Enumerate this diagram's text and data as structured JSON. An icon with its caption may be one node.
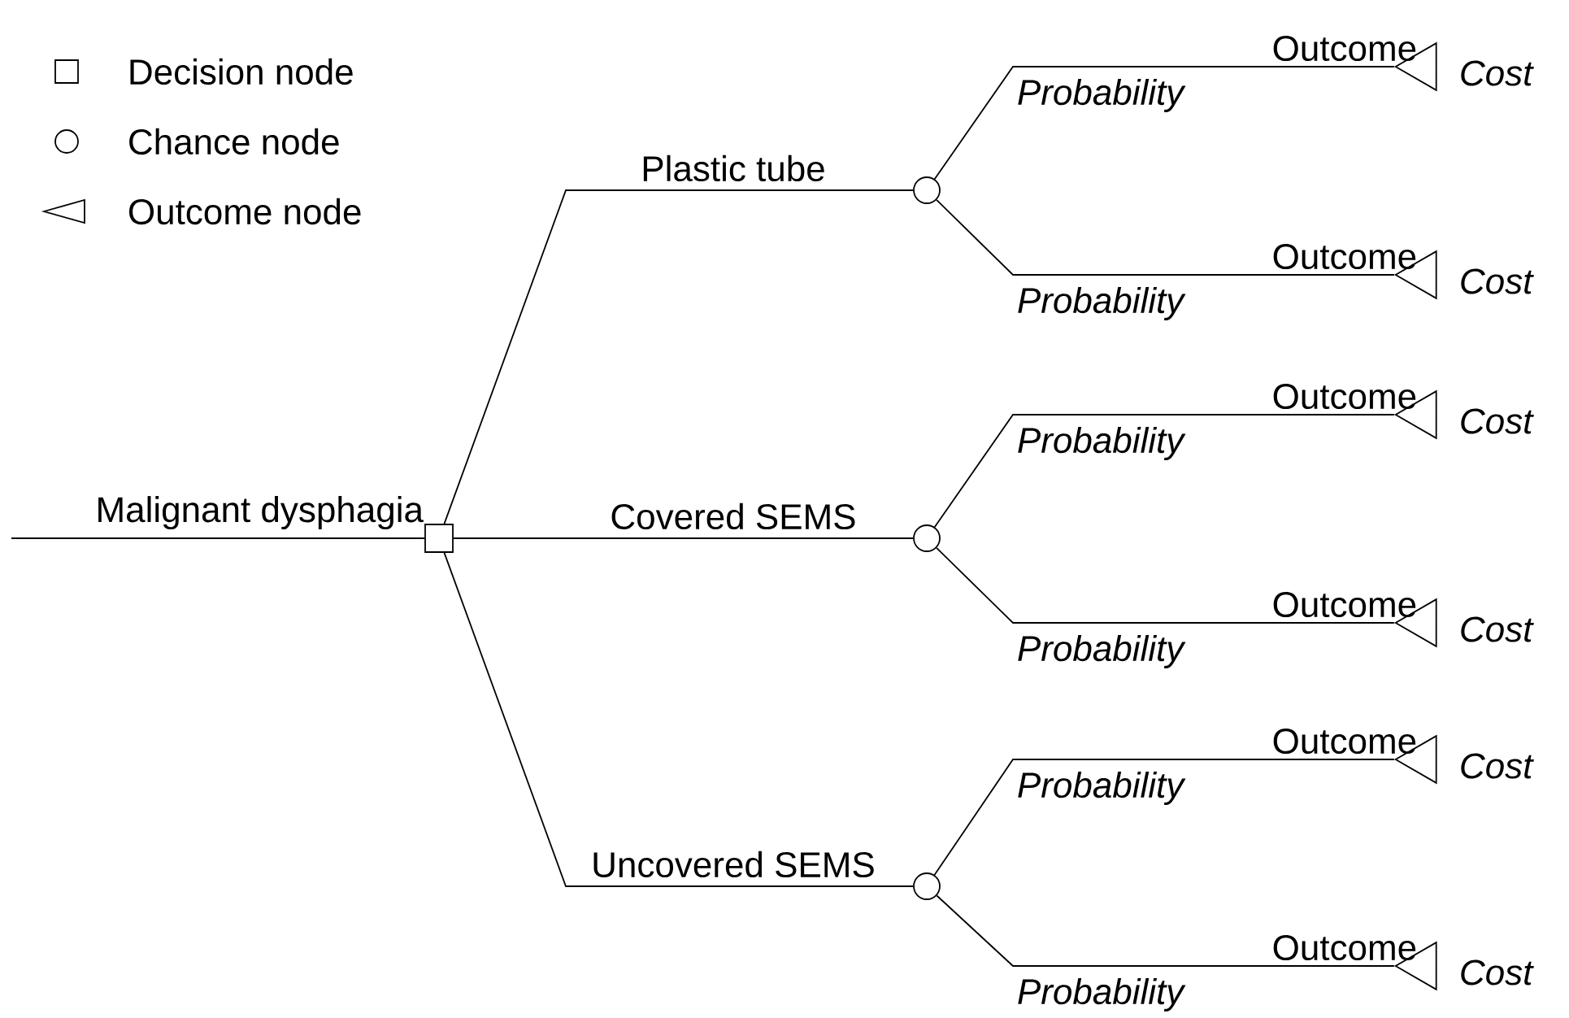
{
  "diagram": {
    "nodes": [
      {
        "text": [],
        "shape": "box"
      },
      {
        "text": [],
        "shape": "circle"
      },
      {
        "text": [],
        "shape": "circle"
      },
      {
        "text": [],
        "shape": "circle"
      },
      {
        "text": [],
        "shape": "triangle",
        "beside": [
          "Outcome",
          "Cost"
        ]
      },
      {
        "text": [],
        "shape": "triangle",
        "beside": [
          "Outcome",
          "Cost"
        ]
      },
      {
        "text": [],
        "shape": "triangle",
        "beside": [
          "Outcome",
          "Cost"
        ]
      },
      {
        "text": [],
        "shape": "triangle",
        "beside": [
          "Outcome",
          "Cost"
        ]
      },
      {
        "text": [],
        "shape": "triangle",
        "beside": [
          "Outcome",
          "Cost"
        ]
      },
      {
        "text": [],
        "shape": "triangle",
        "beside": [
          "Outcome",
          "Cost"
        ]
      }
    ],
    "edges": [
      {
        "from": null,
        "to": 0,
        "arrow": "none",
        "label": "Malignant dysphagia"
      },
      {
        "from": 0,
        "to": 1,
        "arrow": "none",
        "label": "Plastic tube"
      },
      {
        "from": 0,
        "to": 2,
        "arrow": "none",
        "label": "Covered SEMS"
      },
      {
        "from": 0,
        "to": 3,
        "arrow": "none",
        "label": "Uncovered SEMS"
      },
      {
        "from": 1,
        "to": 4,
        "arrow": "none",
        "label": "Probability"
      },
      {
        "from": 1,
        "to": 5,
        "arrow": "none",
        "label": "Probability"
      },
      {
        "from": 2,
        "to": 6,
        "arrow": "none",
        "label": "Probability"
      },
      {
        "from": 2,
        "to": 7,
        "arrow": "none",
        "label": "Probability"
      },
      {
        "from": 3,
        "to": 8,
        "arrow": "none",
        "label": "Probability"
      },
      {
        "from": 3,
        "to": 9,
        "arrow": "none",
        "label": "Probability"
      }
    ],
    "legend": [
      {
        "text": "Decision node"
      },
      {
        "text": "Chance node"
      },
      {
        "text": "Outcome node"
      }
    ]
  }
}
